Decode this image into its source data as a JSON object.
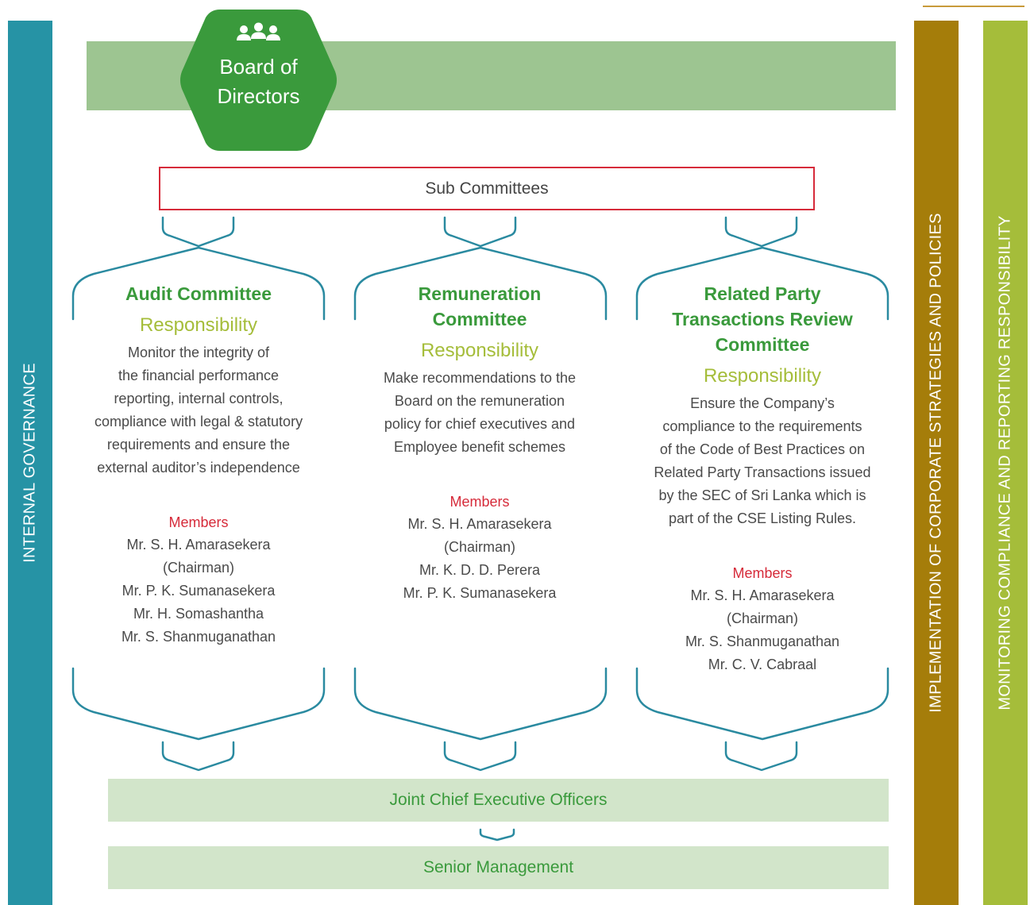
{
  "sidebars": {
    "left": "INTERNAL GOVERNANCE",
    "right_1": "IMPLEMENTATION OF CORPORATE STRATEGIES AND POLICIES",
    "right_2": "MONITORING COMPLIANCE AND REPORTING RESPONSIBILITY"
  },
  "board": {
    "icon": "people-group-icon",
    "title_line1": "Board of",
    "title_line2": "Directors"
  },
  "sub_committees": "Sub Committees",
  "committees": [
    {
      "title_lines": [
        "Audit Committee"
      ],
      "responsibility_label": "Responsibility",
      "description_lines": [
        "Monitor the integrity of",
        "the financial performance",
        "reporting, internal controls,",
        "compliance with legal & statutory",
        "requirements and ensure the",
        "external auditor’s independence"
      ],
      "members_label": "Members",
      "members": [
        "Mr. S. H. Amarasekera",
        "(Chairman)",
        "Mr. P. K. Sumanasekera",
        "Mr. H. Somashantha",
        "Mr. S. Shanmuganathan"
      ]
    },
    {
      "title_lines": [
        "Remuneration",
        "Committee"
      ],
      "responsibility_label": "Responsibility",
      "description_lines": [
        "Make recommendations to  the",
        "Board on the remuneration",
        "policy for chief executives and",
        "Employee benefit schemes"
      ],
      "members_label": "Members",
      "members": [
        "Mr. S. H. Amarasekera",
        "(Chairman)",
        "Mr. K. D. D. Perera",
        "Mr. P. K. Sumanasekera"
      ]
    },
    {
      "title_lines": [
        "Related Party",
        "Transactions Review",
        "Committee"
      ],
      "responsibility_label": "Responsibility",
      "description_lines": [
        "Ensure the Company’s",
        "compliance to the requirements",
        "of the Code of Best Practices on",
        "Related Party Transactions issued",
        "by the SEC of Sri Lanka  which is",
        "part of the CSE Listing Rules."
      ],
      "members_label": "Members",
      "members": [
        "Mr. S. H. Amarasekera",
        "(Chairman)",
        "Mr. S. Shanmuganathan",
        "Mr. C. V. Cabraal"
      ]
    }
  ],
  "joint_ceo": "Joint Chief Executive Officers",
  "senior_management": "Senior Management",
  "colors": {
    "teal": "#2693a5",
    "ochre": "#a57d0a",
    "lime": "#a5bd3a",
    "green": "#3a9a3c",
    "light_green": "#9dc591",
    "pale_green": "#d2e5ca",
    "red": "#d62b3a"
  }
}
